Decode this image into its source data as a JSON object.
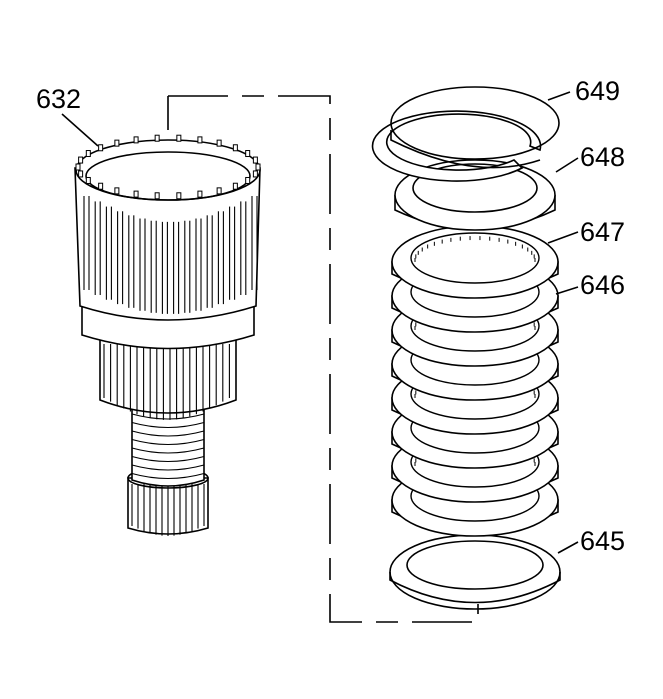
{
  "diagram": {
    "callouts": {
      "c632": "632",
      "c649": "649",
      "c648": "648",
      "c647": "647",
      "c646": "646",
      "c645": "645"
    }
  }
}
